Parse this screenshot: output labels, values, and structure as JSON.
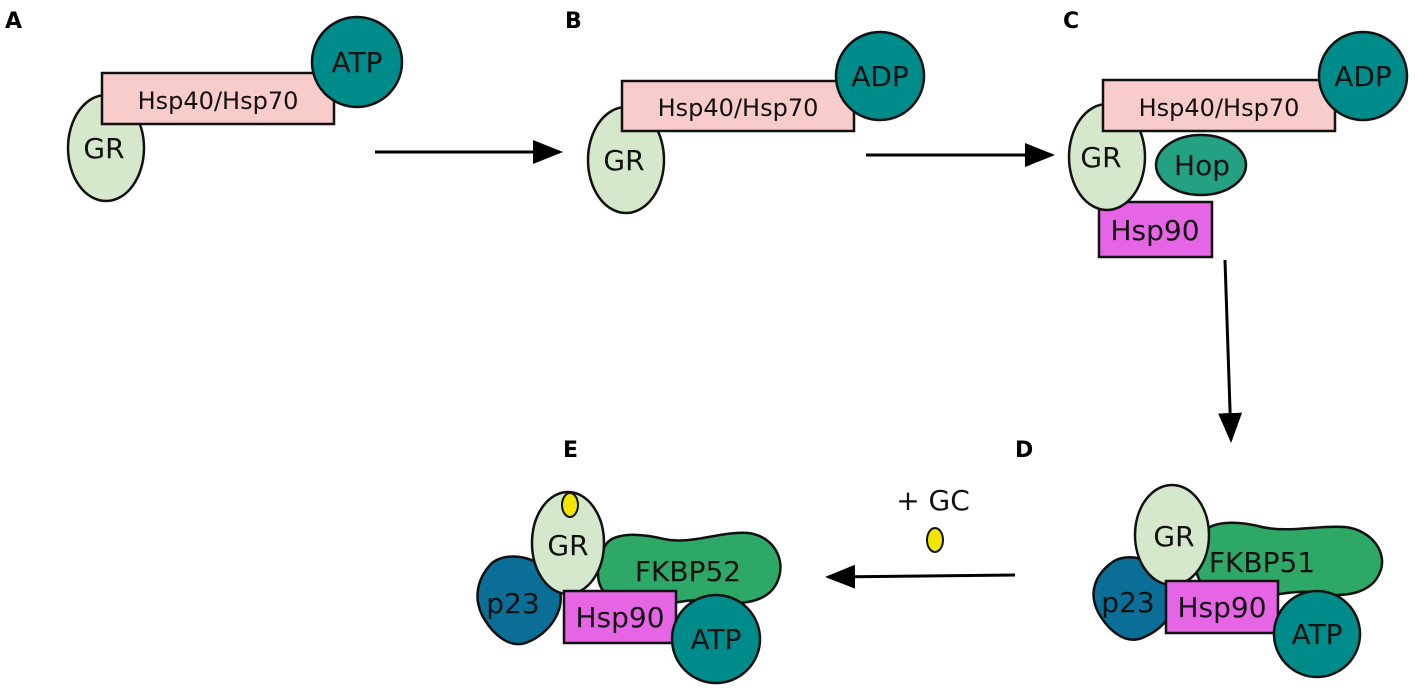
{
  "panels": {
    "a": {
      "label": "A",
      "gr": "GR",
      "chaperone": "Hsp40/Hsp70",
      "nucleotide": "ATP"
    },
    "b": {
      "label": "B",
      "gr": "GR",
      "chaperone": "Hsp40/Hsp70",
      "nucleotide": "ADP"
    },
    "c": {
      "label": "C",
      "gr": "GR",
      "chaperone": "Hsp40/Hsp70",
      "nucleotide": "ADP",
      "cochaperone": "Hop",
      "hsp90": "Hsp90"
    },
    "d": {
      "label": "D",
      "gr": "GR",
      "immunophilin": "FKBP51",
      "cochaperone": "p23",
      "hsp90": "Hsp90",
      "nucleotide": "ATP"
    },
    "e": {
      "label": "E",
      "gr": "GR",
      "immunophilin": "FKBP52",
      "cochaperone": "p23",
      "hsp90": "Hsp90",
      "nucleotide": "ATP"
    }
  },
  "ligand_label": "+ GC",
  "colors": {
    "gr": "#d5e8cc",
    "hsp70_box": "#f9cccc",
    "nucleotide": "#008b8b",
    "hop": "#24a082",
    "hsp90": "#e565e5",
    "fkbp": "#2ea866",
    "p23": "#0a6e96",
    "ligand": "#f2e600"
  }
}
